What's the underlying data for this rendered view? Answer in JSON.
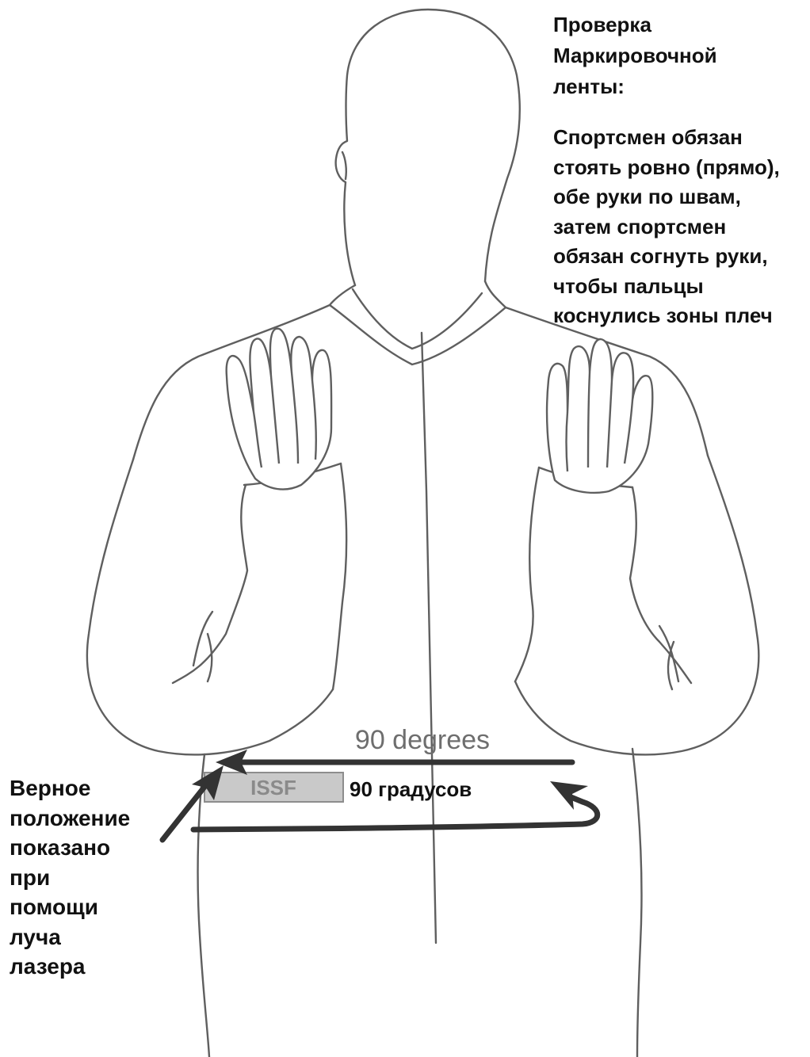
{
  "heading": "Проверка\nМаркировочной\nленты:",
  "instruction": "Спортсмен обязан\nстоять ровно (прямо),\nобе руки по швам,\nзатем спортсмен\nобязан согнуть руки,\nчтобы пальцы\nкоснулись зоны плеч",
  "correct_position_note": "Верное\nположение\nпоказано\nпри\nпомощи\nлуча\nлазера",
  "angle_label_en": "90 degrees",
  "angle_label_ru": "90 градусов",
  "tape_label": "ISSF",
  "colors": {
    "outline": "#5f5f5f",
    "arrow": "#333333",
    "tape_fill": "#c9c9c9",
    "tape_text": "#8a8a8a",
    "angle_text_en": "#6e6e6e"
  }
}
